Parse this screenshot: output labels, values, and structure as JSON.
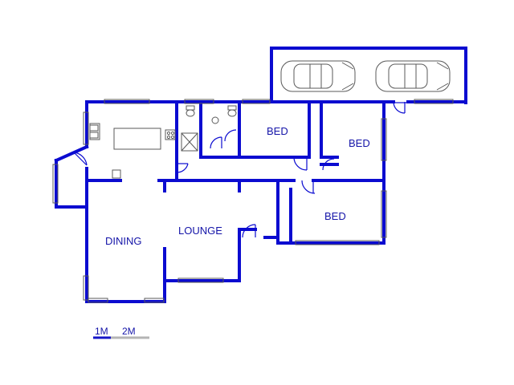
{
  "rooms": {
    "bed_1": "BED",
    "bed_2": "BED",
    "bed_3": "BED",
    "dining": "DINING",
    "lounge": "LOUNGE"
  },
  "scale": {
    "label_1m": "1M",
    "label_2m": "2M"
  },
  "colors": {
    "wall": "#0b0bd0",
    "label": "#1414a8",
    "fixtures": "#5a5a5a"
  }
}
